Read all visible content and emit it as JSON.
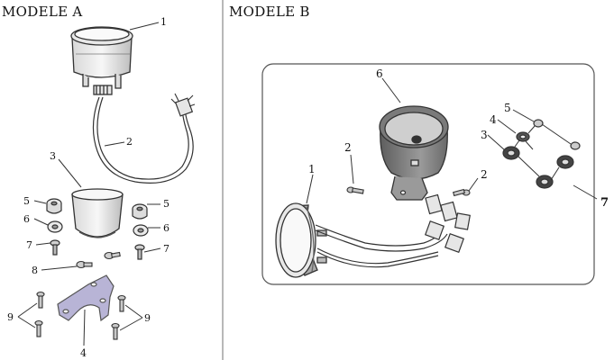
{
  "panels": {
    "left": {
      "title": "MODELE A",
      "callouts": [
        "1",
        "2",
        "3",
        "5",
        "6",
        "7",
        "8",
        "9",
        "4",
        "5",
        "6",
        "7",
        "9"
      ]
    },
    "right": {
      "title": "MODELE B",
      "callouts": [
        "6",
        "2",
        "1",
        "2",
        "5",
        "4",
        "3",
        "7"
      ]
    }
  },
  "colors": {
    "line": "#333333",
    "divider": "#888888",
    "bracket_fill": "#b8b4d6",
    "part_fill": "#f1f1f1",
    "frame": "#555555"
  },
  "icons": [
    "speedometer-head-icon",
    "wiring-harness-icon",
    "gauge-cup-icon",
    "rubber-grommet-icon",
    "washer-icon",
    "screw-icon",
    "mounting-bracket-icon",
    "bolt-icon",
    "nut-icon",
    "connector-icon"
  ]
}
